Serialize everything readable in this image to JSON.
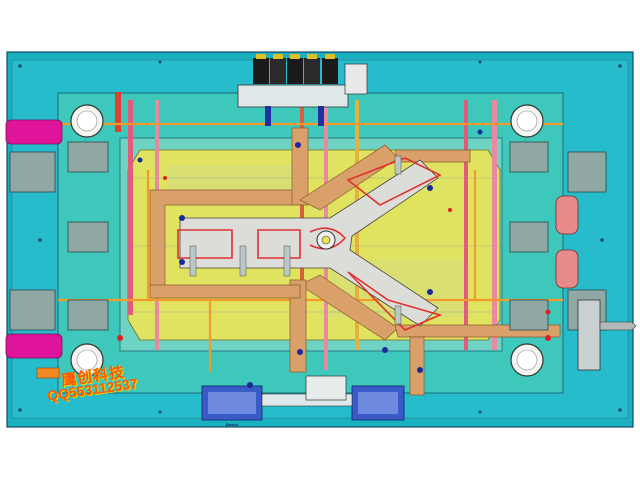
{
  "drawing": {
    "watermark": {
      "brand": "鹰创科技",
      "qq": "QQ553112537"
    },
    "cylinder_tag": "Bosch",
    "colors": {
      "outer_plate": "#1ab0c0",
      "mold_base": "#3ec8bc",
      "inner_plate": "#6fd3c3",
      "cavity_insert": "#e6e45a",
      "runner": "#d9a06a",
      "hot_runner_wire": "#e03030",
      "water_line": "#f29b2c",
      "hydraulic_hose": "#e0149a",
      "pillar_red": "#e04030",
      "bolt_blue": "#1a2a9a",
      "grey_block": "#8fa8a4"
    }
  }
}
